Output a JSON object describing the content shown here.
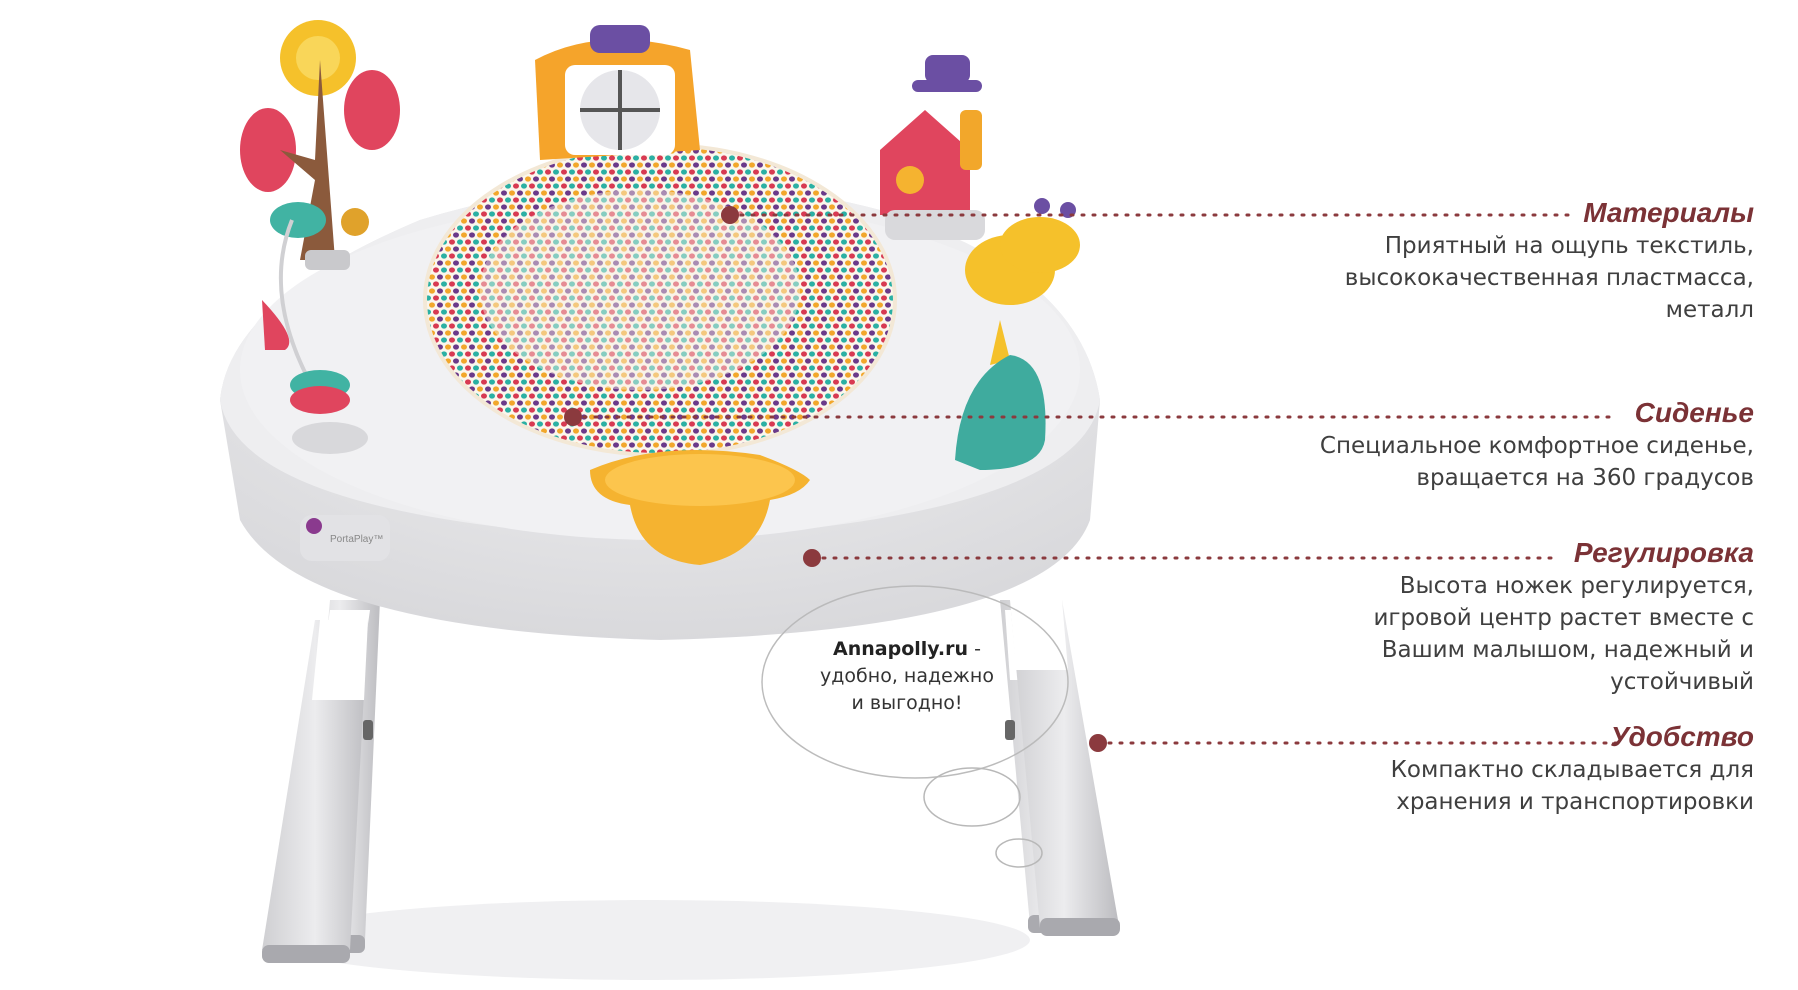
{
  "features": [
    {
      "title": "Материалы",
      "lines": [
        "Приятный на ощупь текстиль,",
        "высококачественная пластмасса,",
        "металл"
      ]
    },
    {
      "title": "Сиденье",
      "lines": [
        "Специальное комфортное сиденье,",
        "вращается на 360 градусов"
      ]
    },
    {
      "title": "Регулировка",
      "lines": [
        "Высота ножек регулируется,",
        "игровой центр растет вместе с",
        "Вашим малышом, надежный и",
        "устойчивый"
      ]
    },
    {
      "title": "Удобство",
      "lines": [
        "Компактно складывается для",
        "хранения и транспортировки"
      ]
    }
  ],
  "bubble": {
    "brand": "Annapolly.ru",
    "line1_rest": " -",
    "line2": "удобно, надежно",
    "line3": "и выгодно!"
  },
  "product": {
    "brand_label": "PortaPlay™"
  },
  "colors": {
    "accent": "#7b3236",
    "dot_line": "#8b3a3e",
    "body_gray": "#e6e6e8",
    "seat_yellow": "#f5b330"
  }
}
